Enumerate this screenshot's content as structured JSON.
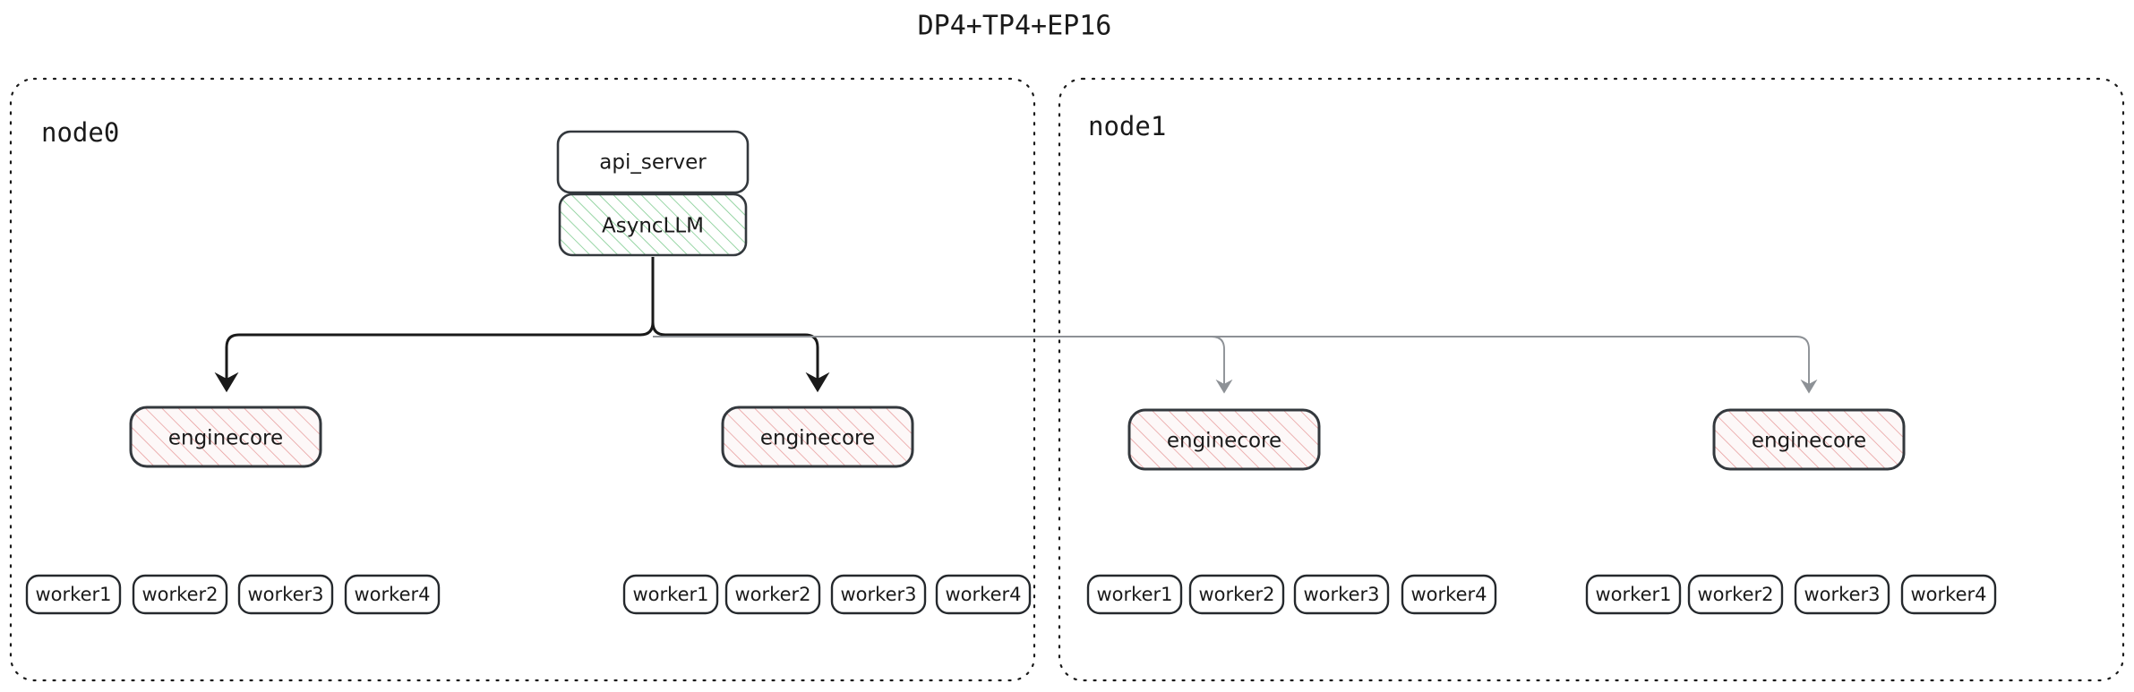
{
  "title": "DP4+TP4+EP16",
  "colors": {
    "background": "#ffffff",
    "text": "#1a1a1a",
    "box_border": "#33383d",
    "container_border": "#1a1a1a",
    "green_hatch": "#7ecb8f",
    "pink_hatch": "#e79a9a",
    "edge_dark": "#1a1a1a",
    "edge_light": "#8d9196"
  },
  "nodes": [
    {
      "id": "node0",
      "label": "node0",
      "top_boxes": [
        {
          "id": "api_server",
          "label": "api_server",
          "style": "plain"
        },
        {
          "id": "async_llm",
          "label": "AsyncLLM",
          "style": "green-hatch"
        }
      ],
      "enginecores": [
        {
          "id": "node0-enginecore-0",
          "label": "enginecore",
          "style": "pink-hatch",
          "workers": [
            {
              "label": "worker1"
            },
            {
              "label": "worker2"
            },
            {
              "label": "worker3"
            },
            {
              "label": "worker4"
            }
          ]
        },
        {
          "id": "node0-enginecore-1",
          "label": "enginecore",
          "style": "pink-hatch",
          "workers": [
            {
              "label": "worker1"
            },
            {
              "label": "worker2"
            },
            {
              "label": "worker3"
            },
            {
              "label": "worker4"
            }
          ]
        }
      ]
    },
    {
      "id": "node1",
      "label": "node1",
      "top_boxes": [],
      "enginecores": [
        {
          "id": "node1-enginecore-0",
          "label": "enginecore",
          "style": "pink-hatch",
          "workers": [
            {
              "label": "worker1"
            },
            {
              "label": "worker2"
            },
            {
              "label": "worker3"
            },
            {
              "label": "worker4"
            }
          ]
        },
        {
          "id": "node1-enginecore-1",
          "label": "enginecore",
          "style": "pink-hatch",
          "workers": [
            {
              "label": "worker1"
            },
            {
              "label": "worker2"
            },
            {
              "label": "worker3"
            },
            {
              "label": "worker4"
            }
          ]
        }
      ]
    }
  ],
  "edges": [
    {
      "from": "async_llm",
      "to": "node0-enginecore-0",
      "style": "dark",
      "arrow": true
    },
    {
      "from": "async_llm",
      "to": "node0-enginecore-1",
      "style": "dark",
      "arrow": true
    },
    {
      "from": "async_llm",
      "to": "node1-enginecore-0",
      "style": "light",
      "arrow": true
    },
    {
      "from": "async_llm",
      "to": "node1-enginecore-1",
      "style": "light",
      "arrow": true
    }
  ]
}
